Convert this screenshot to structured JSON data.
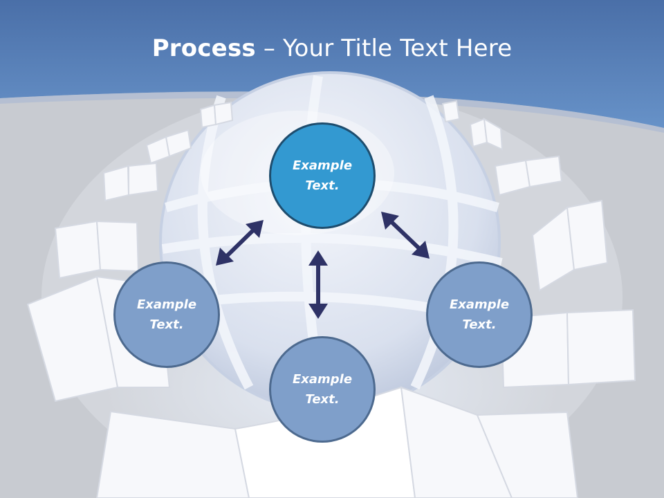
{
  "slide": {
    "title_bold": "Process",
    "title_rest": " – Your Title Text Here"
  },
  "nodes": {
    "top": "Example Text.",
    "left": "Example Text.",
    "right": "Example Text.",
    "bottom": "Example Text."
  },
  "colors": {
    "header_blue": "#5b86c2",
    "node_primary": "#3399d1",
    "node_secondary": "#7f9fca",
    "arrow": "#2e3266"
  },
  "decorations": {
    "globe": "globe-icon",
    "books": "open-book-icon"
  }
}
